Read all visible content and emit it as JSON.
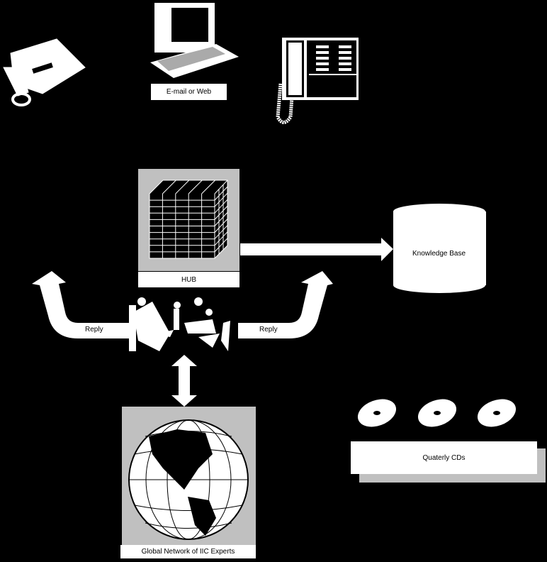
{
  "channels": {
    "email_label": "E-mail or Web"
  },
  "hub": {
    "label": "HUB"
  },
  "knowledge_base": {
    "label": "Knowledge Base"
  },
  "replies": {
    "left": "Reply",
    "right": "Reply"
  },
  "experts": {
    "label": "Global Network of IIC Experts"
  },
  "cds": {
    "label": "Quaterly CDs"
  },
  "colors": {
    "background": "#000000",
    "box_gray": "#c0c0c0",
    "white": "#ffffff"
  }
}
